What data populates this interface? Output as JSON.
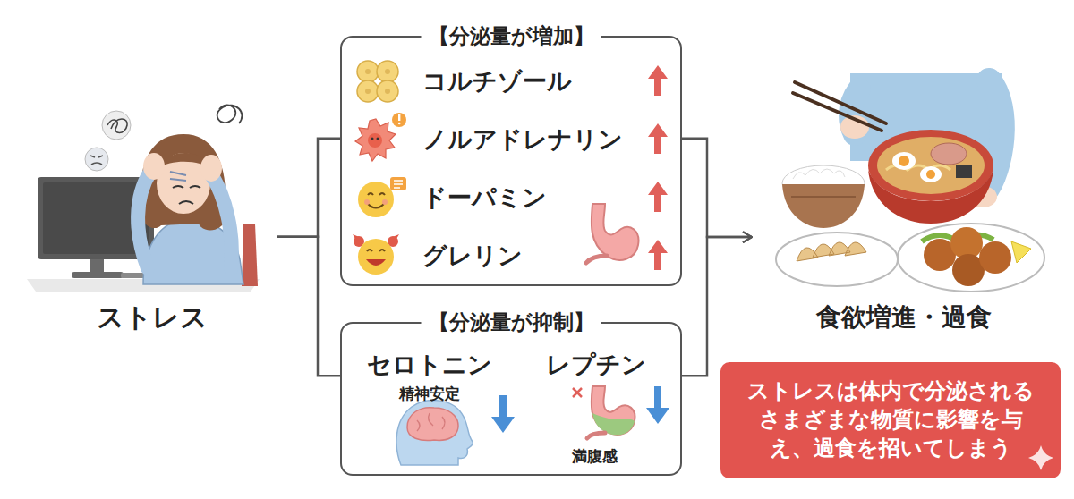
{
  "diagram": {
    "nodes": [
      {
        "text": [
          "ストレス"
        ]
      },
      {
        "text": [
          "【分泌量が増加】",
          "コルチゾール",
          "ノルアドレナリン",
          "ドーパミン",
          "グレリン"
        ]
      },
      {
        "text": [
          "【分泌量が抑制】",
          "セロトニン",
          "精神安定",
          "レプチン",
          "満腹感"
        ]
      },
      {
        "text": [
          "食欲増進・過食"
        ]
      },
      {
        "text": [
          "ストレスは体内で分泌される さまざまな物質に影響を与 え、過食を招いてしまう"
        ]
      }
    ],
    "edges": [
      {
        "from": 0,
        "to": 1,
        "arrow": "none"
      },
      {
        "from": 0,
        "to": 2,
        "arrow": "none"
      },
      {
        "from": 1,
        "to": 3,
        "arrow": "to"
      },
      {
        "from": 2,
        "to": 3,
        "arrow": "to"
      }
    ]
  }
}
